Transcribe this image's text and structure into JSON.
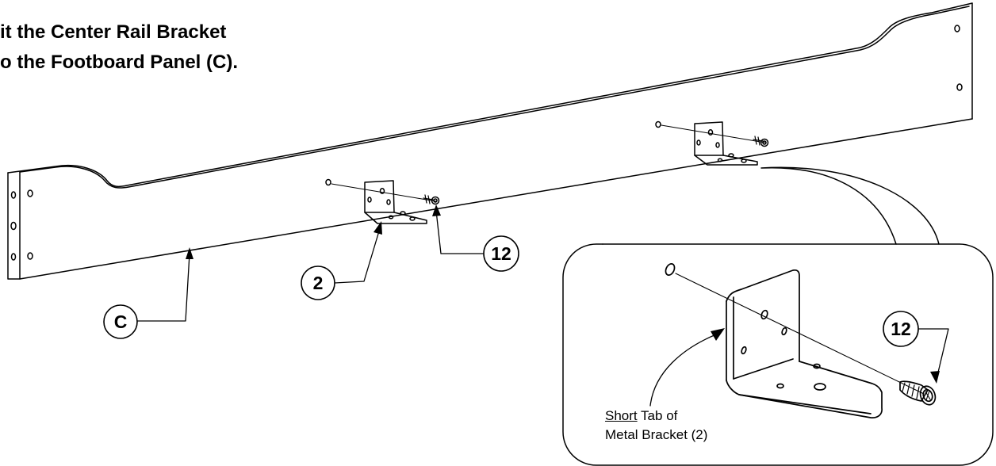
{
  "instruction": {
    "line1": "it the Center Rail Bracket",
    "line2": "o the Footboard Panel (C)."
  },
  "callouts": {
    "panel": "C",
    "bracket": "2",
    "screw": "12",
    "detail_screw": "12"
  },
  "detail_note": {
    "underlined": "Short",
    "rest_line1": " Tab of",
    "line2": "Metal Bracket (2)"
  },
  "colors": {
    "line": "#000000",
    "background": "#ffffff"
  }
}
